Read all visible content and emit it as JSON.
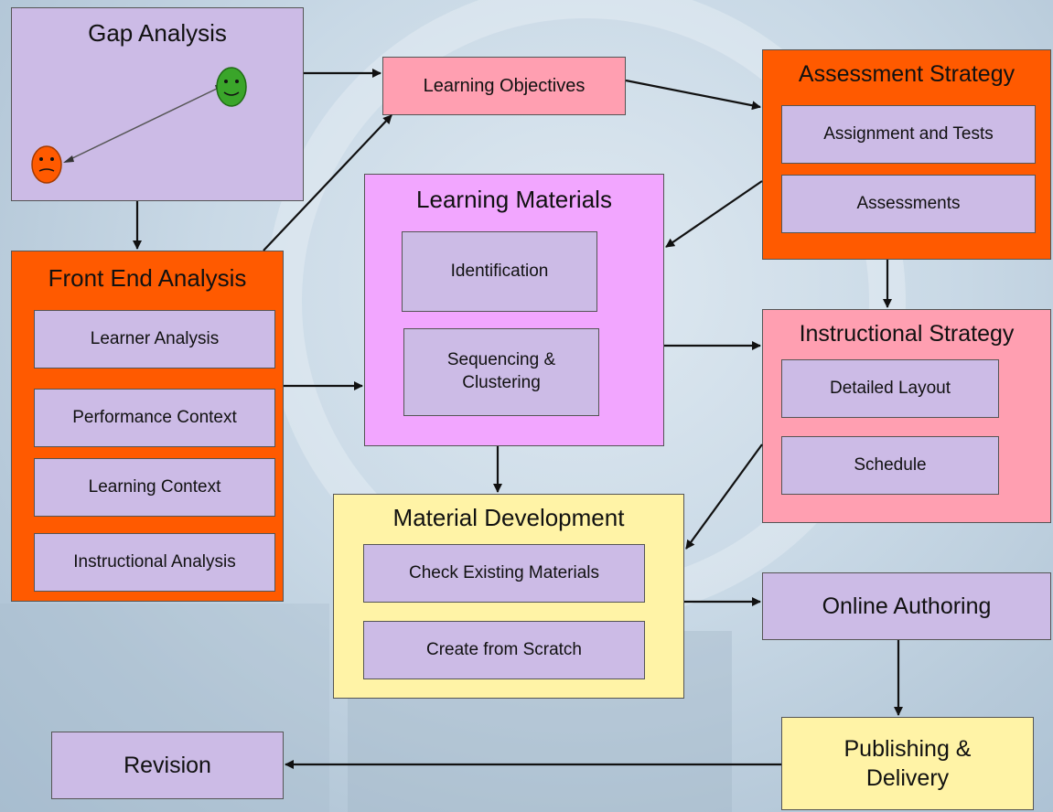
{
  "gap_analysis": {
    "title": "Gap Analysis"
  },
  "learning_objectives": {
    "label": "Learning Objectives"
  },
  "assessment_strategy": {
    "title": "Assessment Strategy",
    "items": [
      "Assignment and Tests",
      "Assessments"
    ]
  },
  "front_end_analysis": {
    "title": "Front End Analysis",
    "items": [
      "Learner Analysis",
      "Performance Context",
      "Learning Context",
      "Instructional Analysis"
    ]
  },
  "learning_materials": {
    "title": "Learning Materials",
    "items": [
      "Identification",
      "Sequencing &\nClustering"
    ]
  },
  "instructional_strategy": {
    "title": "Instructional Strategy",
    "items": [
      "Detailed Layout",
      "Schedule"
    ]
  },
  "material_development": {
    "title": "Material Development",
    "items": [
      "Check Existing Materials",
      "Create from Scratch"
    ]
  },
  "online_authoring": {
    "label": "Online Authoring"
  },
  "publishing_delivery": {
    "label": "Publishing &\nDelivery"
  },
  "revision": {
    "label": "Revision"
  },
  "colors": {
    "lavender": "#ccbbe6",
    "orange": "#ff5a00",
    "pink": "#ff9fb1",
    "magenta": "#f2a6ff",
    "yellow": "#fff3a6",
    "smiley_green": "#3aa52a",
    "smiley_orange": "#ff5a00"
  }
}
